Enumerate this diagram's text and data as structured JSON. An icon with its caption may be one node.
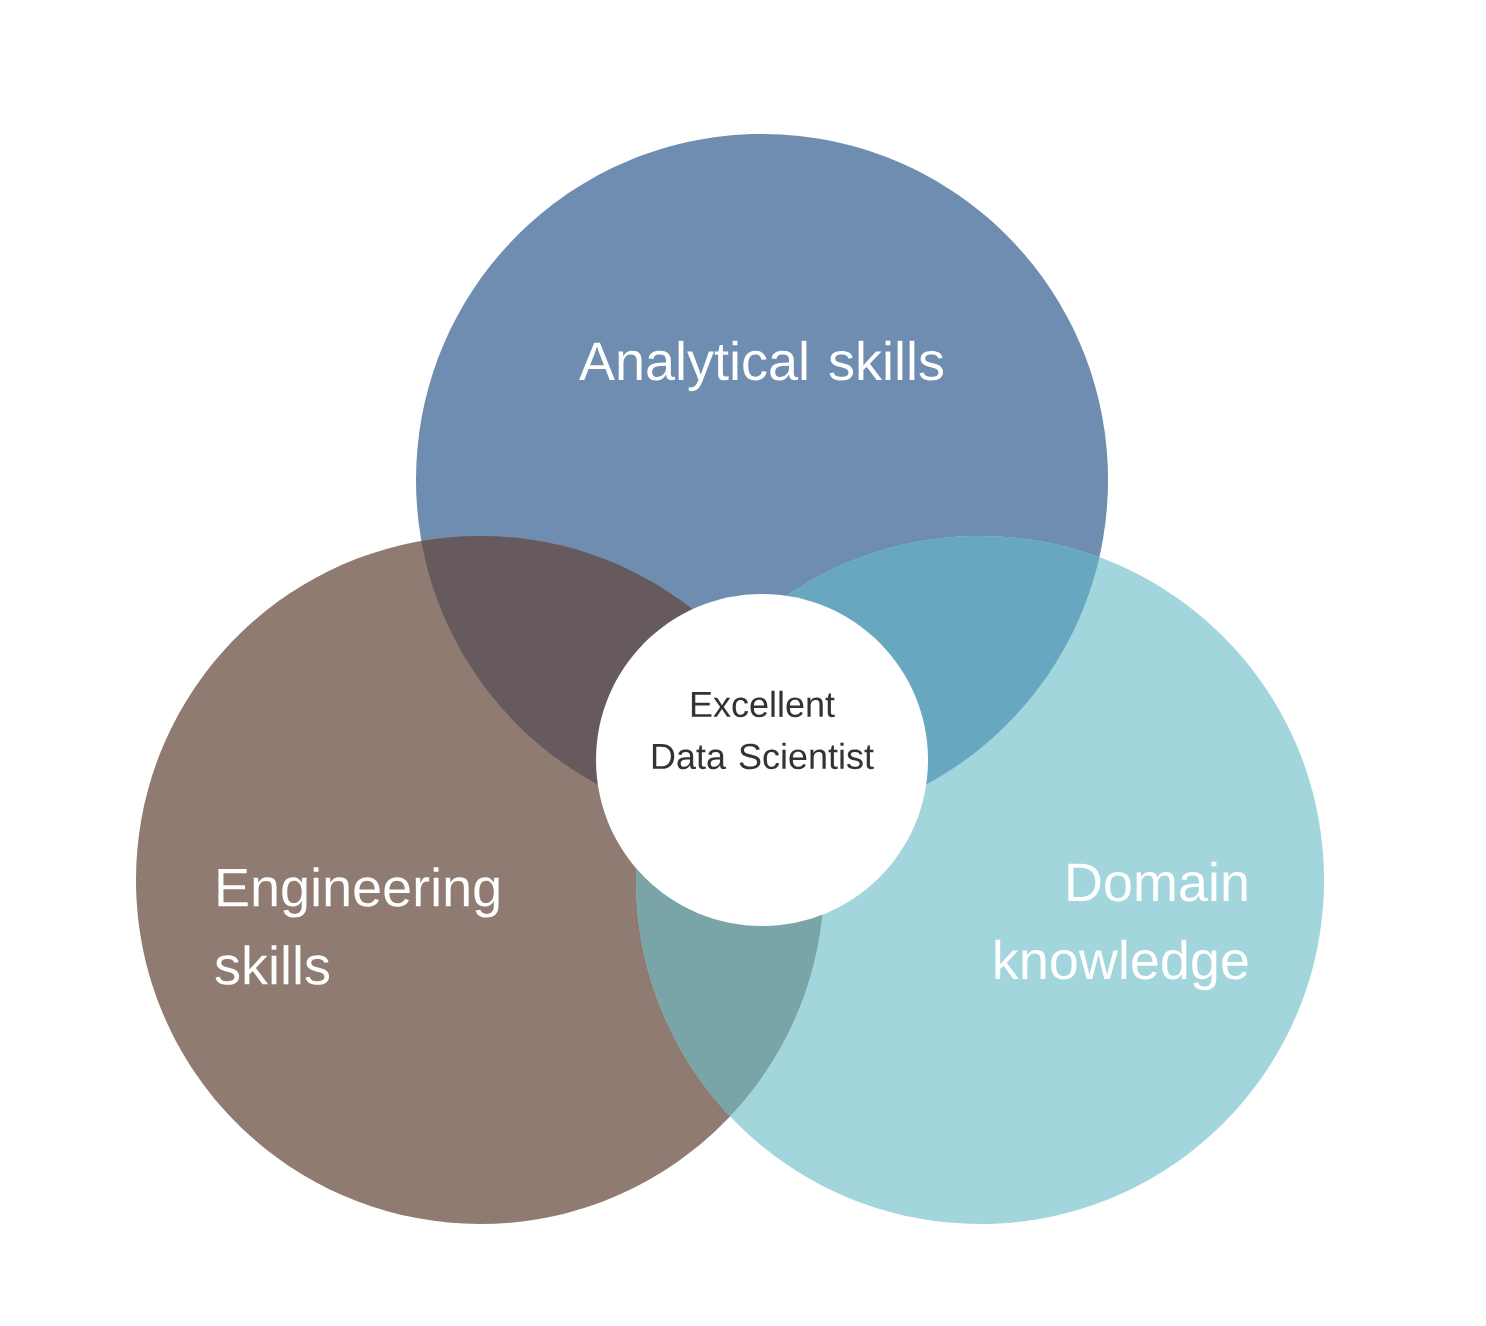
{
  "diagram": {
    "nodes": [
      {
        "text": [
          "Analytical skills"
        ]
      },
      {
        "text": [
          "Engineering skills"
        ]
      },
      {
        "text": [
          "Domain knowledge"
        ]
      },
      {
        "text": [
          "Excellent Data Scientist"
        ]
      }
    ]
  }
}
